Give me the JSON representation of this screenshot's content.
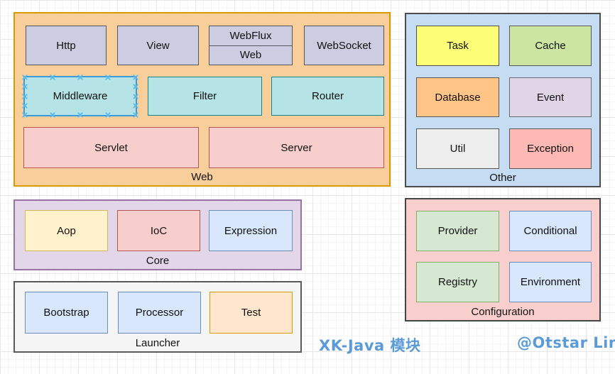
{
  "diagram": {
    "caption": "XK-Java 模块",
    "credit": "@Otstar Lin"
  },
  "selection": {
    "selected_shape": "Middleware"
  },
  "colors": {
    "caption_blue": "#5B9BD5",
    "selection_blue": "#3C9BD9",
    "handle_blue": "#58B9EE",
    "web_group_fill": "#F8CE9B",
    "web_group_border": "#D79B00",
    "other_group_fill": "#C6DCF3",
    "core_group_fill": "#E2D6E8",
    "core_group_border": "#9673A6",
    "launcher_group_fill": "#F5F5F5",
    "config_group_fill": "#F9CFCE"
  },
  "groups": {
    "web": {
      "label": "Web",
      "boxes": {
        "http": "Http",
        "view": "View",
        "webflux": "WebFlux",
        "web_inner": "Web",
        "websocket": "WebSocket",
        "middleware": "Middleware",
        "filter": "Filter",
        "router": "Router",
        "servlet": "Servlet",
        "server": "Server"
      }
    },
    "other": {
      "label": "Other",
      "boxes": {
        "task": "Task",
        "cache": "Cache",
        "database": "Database",
        "event": "Event",
        "util": "Util",
        "exception": "Exception"
      }
    },
    "core": {
      "label": "Core",
      "boxes": {
        "aop": "Aop",
        "ioc": "IoC",
        "expression": "Expression"
      }
    },
    "launcher": {
      "label": "Launcher",
      "boxes": {
        "bootstrap": "Bootstrap",
        "processor": "Processor",
        "test": "Test"
      }
    },
    "configuration": {
      "label": "Configuration",
      "boxes": {
        "provider": "Provider",
        "conditional": "Conditional",
        "registry": "Registry",
        "environment": "Environment"
      }
    }
  }
}
